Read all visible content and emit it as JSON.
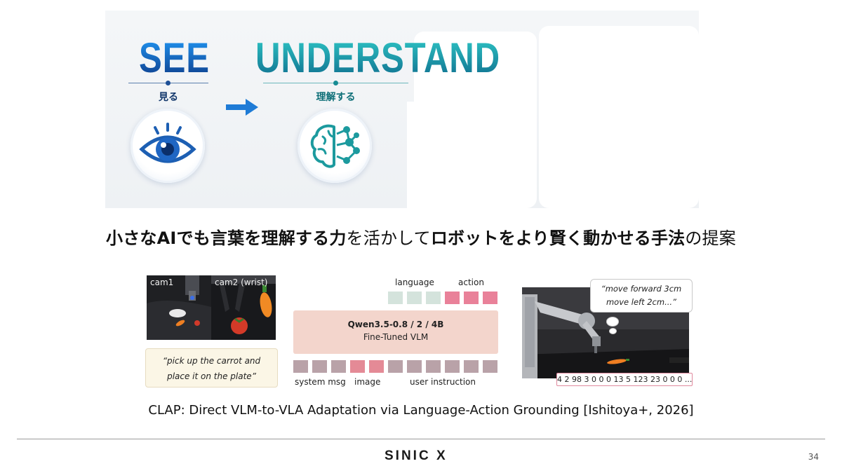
{
  "banner": {
    "see_title": "SEE",
    "see_sub": "見る",
    "understand_title": "UNDERSTAND",
    "understand_sub": "理解する",
    "icons": [
      "eye-icon",
      "arrow-right-icon",
      "brain-network-icon"
    ],
    "colors": {
      "see": "#1565c0",
      "understand": "#14a3a3",
      "arrow": "#1e7bd6"
    }
  },
  "headline": {
    "part1": "小さなAIでも言葉を理解する力",
    "part2": "を活かして",
    "part3": "ロボットをより賢く動かせる手法",
    "part4": "の提案"
  },
  "figure": {
    "cam1": "cam1",
    "cam2": "cam2 (wrist)",
    "instruction_quote_line1": "“pick up the carrot and",
    "instruction_quote_line2": "place it on the plate”",
    "language_label": "language",
    "action_label": "action",
    "model_title": "Qwen3.5-0.8 / 2 / 4B",
    "model_sub": "Fine-Tuned VLM",
    "system_msg_label": "system msg",
    "image_label": "image",
    "user_instruction_label": "user instruction",
    "speech_line1": "“move forward 3cm",
    "speech_line2": "move left 2cm...”",
    "action_sequence": "4 2 98 3 0 0 0 13 5 123 23 0 0 0 ...",
    "colors": {
      "language_token": "#d4e3dc",
      "action_token": "#e98199",
      "system_token": "#b9a2a8",
      "image_token": "#e48a96",
      "model_box": "#f3d5cc"
    }
  },
  "citation": "CLAP: Direct VLM-to-VLA Adaptation via Language-Action Grounding [Ishitoya+, 2026]",
  "footer": {
    "logo": "SINIC X",
    "page_number": "34"
  }
}
